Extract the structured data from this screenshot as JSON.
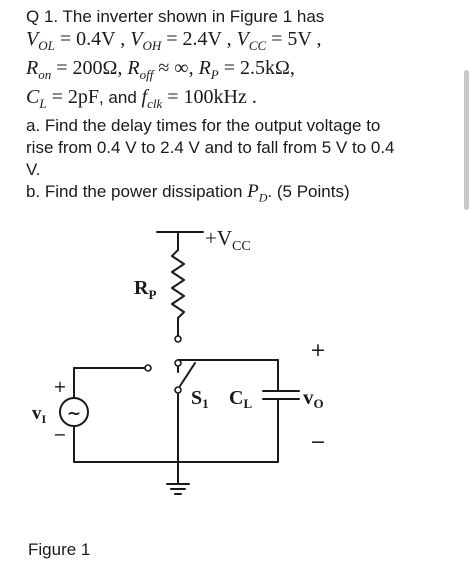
{
  "question": {
    "heading": "Q 1. The inverter shown in Figure 1 has",
    "params": {
      "vol": "V",
      "vol_sub": "OL",
      "vol_val": " = 0.4V ,",
      "voh": "V",
      "voh_sub": "OH",
      "voh_val": " = 2.4V ,",
      "vcc": "V",
      "vcc_sub": "CC",
      "vcc_val": " = 5V ,",
      "ron": "R",
      "ron_sub": "on",
      "ron_val": " = 200Ω, ",
      "roff": "R",
      "roff_sub": "off",
      "roff_val": " ≈ ∞, ",
      "rp": "R",
      "rp_sub": "P",
      "rp_val": " = 2.5kΩ,",
      "cl": "C",
      "cl_sub": "L",
      "cl_val": " = 2pF",
      "and": ", and ",
      "fclk": "f",
      "fclk_sub": "clk",
      "fclk_val": " = 100kHz ."
    },
    "part_a_lines": [
      "a. Find the delay times for the output voltage to",
      "rise from 0.4 V to 2.4 V and to fall from 5 V to 0.4",
      "V."
    ],
    "part_b_prefix": "b. Find the power dissipation ",
    "part_b_sym": "P",
    "part_b_sub": "D",
    "part_b_suffix": ". (5 Points)"
  },
  "figure": {
    "vcc_label": "+V",
    "vcc_sub": "CC",
    "rp_label": "R",
    "rp_sub": "P",
    "s1_label": "S",
    "s1_sub": "1",
    "cl_label": "C",
    "cl_sub": "L",
    "vo_label": "v",
    "vo_sub": "O",
    "vi_label": "v",
    "vi_sub": "I",
    "source_symbol": "~",
    "plus_out": "+",
    "minus_out": "−",
    "plus_in": "+",
    "minus_in": "−",
    "caption": "Figure 1"
  }
}
